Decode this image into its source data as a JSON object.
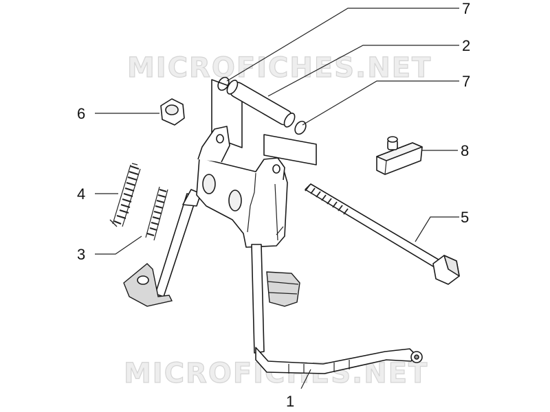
{
  "diagram": {
    "watermark": "MICROFICHES.NET",
    "callouts": [
      {
        "id": "callout-7-top",
        "label": "7"
      },
      {
        "id": "callout-2",
        "label": "2"
      },
      {
        "id": "callout-7-mid",
        "label": "7"
      },
      {
        "id": "callout-6",
        "label": "6"
      },
      {
        "id": "callout-8",
        "label": "8"
      },
      {
        "id": "callout-4",
        "label": "4"
      },
      {
        "id": "callout-5",
        "label": "5"
      },
      {
        "id": "callout-3",
        "label": "3"
      },
      {
        "id": "callout-1",
        "label": "1"
      }
    ],
    "colors": {
      "line": "#1a1a1a",
      "fill": "#ffffff",
      "shade": "#d8d8d8",
      "watermark": "#d4d4d4"
    }
  }
}
